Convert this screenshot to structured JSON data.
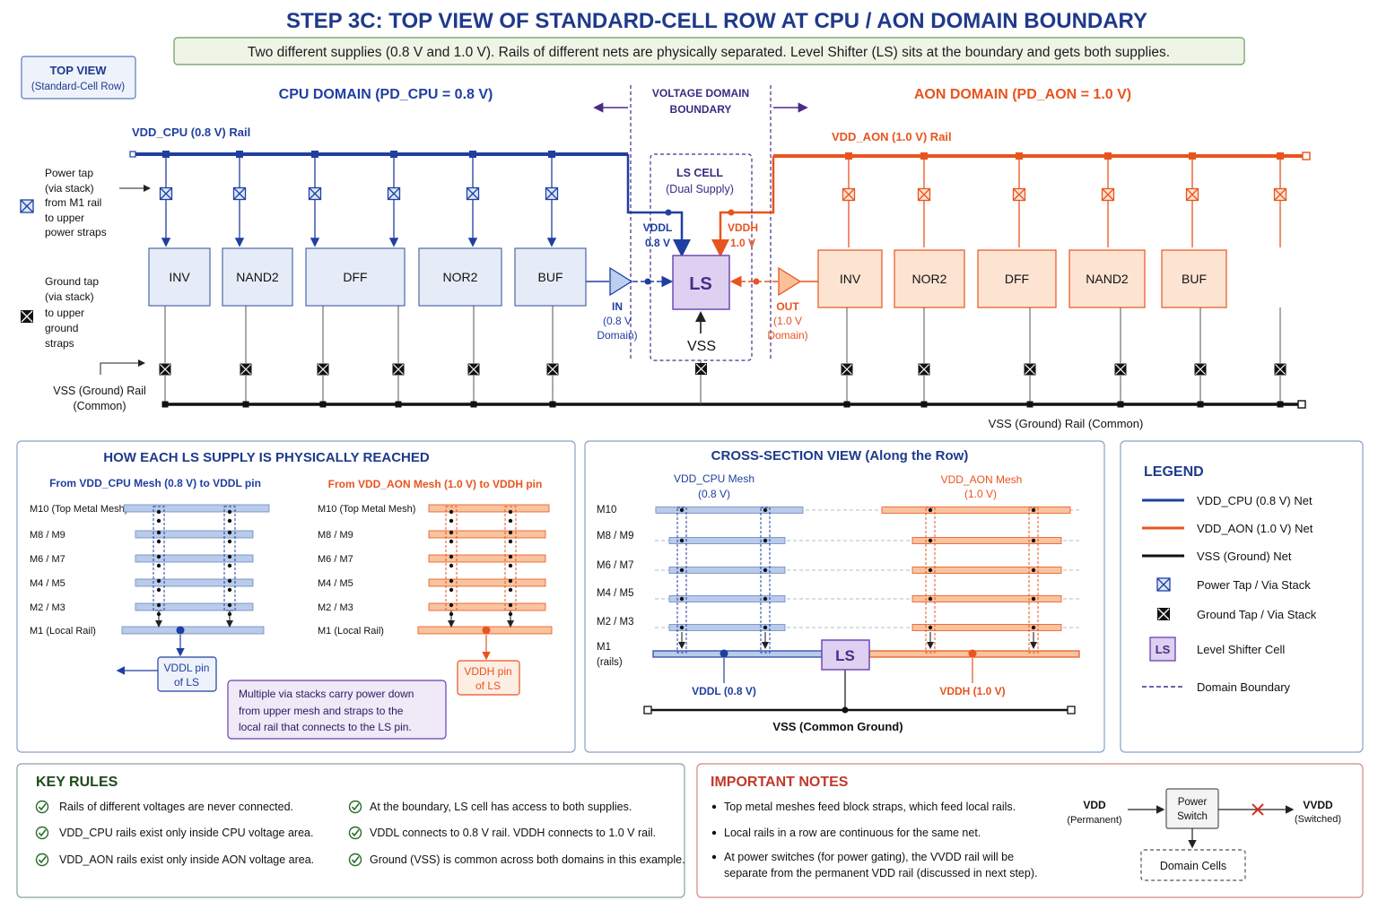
{
  "colors": {
    "cpu": "#1f3fa0",
    "aon": "#e8541e",
    "vss": "#111111",
    "ls": "#6a3fb0",
    "ls_fill": "#ddd0f0",
    "cpu_cell_fill": "#e6ecf7",
    "aon_cell_fill": "#fde3d2",
    "note_green": "#2a6b2a",
    "notes_red": "#c0392b"
  },
  "title": "STEP 3C: TOP VIEW OF STANDARD-CELL ROW AT CPU / AON DOMAIN BOUNDARY",
  "subtitle": "Two different supplies (0.8 V and 1.0 V). Rails of different nets are physically separated. Level Shifter (LS) sits at the boundary and gets both supplies.",
  "top_view": {
    "badge_line1": "TOP VIEW",
    "badge_line2": "(Standard-Cell Row)",
    "cpu_domain_label": "CPU DOMAIN (PD_CPU = 0.8 V)",
    "aon_domain_label": "AON DOMAIN (PD_AON = 1.0 V)",
    "boundary_line1": "VOLTAGE DOMAIN",
    "boundary_line2": "BOUNDARY",
    "vdd_cpu_rail": "VDD_CPU (0.8 V) Rail",
    "vdd_aon_rail": "VDD_AON (1.0 V) Rail",
    "power_tap_note": [
      "Power tap",
      "(via stack)",
      "from M1 rail",
      "to upper",
      "power straps"
    ],
    "ground_tap_note": [
      "Ground tap",
      "(via stack)",
      "to upper",
      "ground",
      "straps"
    ],
    "vss_left_line1": "VSS (Ground) Rail",
    "vss_left_line2": "(Common)",
    "vss_right": "VSS (Ground) Rail (Common)",
    "cpu_cells": [
      "INV",
      "NAND2",
      "DFF",
      "NOR2",
      "BUF"
    ],
    "aon_cells": [
      "INV",
      "NOR2",
      "DFF",
      "NAND2",
      "BUF"
    ],
    "ls_cell_line1": "LS CELL",
    "ls_cell_line2": "(Dual Supply)",
    "ls": "LS",
    "vddl_line1": "VDDL",
    "vddl_line2": "0.8 V",
    "vddh_line1": "VDDH",
    "vddh_line2": "1.0 V",
    "vss": "VSS",
    "in_label": [
      "IN",
      "(0.8 V",
      "Domain)"
    ],
    "out_label": [
      "OUT",
      "(1.0 V",
      "Domain)"
    ]
  },
  "supply_panel": {
    "title": "HOW EACH LS SUPPLY IS PHYSICALLY REACHED",
    "left_title": "From VDD_CPU Mesh (0.8 V) to VDDL pin",
    "right_title": "From VDD_AON Mesh (1.0 V) to VDDH pin",
    "layers_left": [
      "M10 (Top Metal Mesh)",
      "M8 / M9",
      "M6 / M7",
      "M4 / M5",
      "M2 / M3",
      "M1 (Local Rail)"
    ],
    "layers_right": [
      "M10 (Top Metal Mesh)",
      "M8 / M9",
      "M6 / M7",
      "M4 / M5",
      "M2 / M3",
      "M1 (Local Rail)"
    ],
    "vddl_pin_line1": "VDDL pin",
    "vddl_pin_line2": "of LS",
    "vddh_pin_line1": "VDDH pin",
    "vddh_pin_line2": "of LS",
    "note": [
      "Multiple via stacks carry power down",
      "from upper mesh and straps to the",
      "local rail that connects to the LS pin."
    ]
  },
  "cross_section": {
    "title": "CROSS-SECTION VIEW (Along the Row)",
    "cpu_mesh_line1": "VDD_CPU Mesh",
    "cpu_mesh_line2": "(0.8 V)",
    "aon_mesh_line1": "VDD_AON Mesh",
    "aon_mesh_line2": "(1.0 V)",
    "layers": [
      "M10",
      "M8 / M9",
      "M6 / M7",
      "M4 / M5",
      "M2 / M3",
      "M1",
      "(rails)"
    ],
    "ls": "LS",
    "vddl": "VDDL (0.8 V)",
    "vddh": "VDDH (1.0 V)",
    "vss": "VSS (Common Ground)"
  },
  "legend": {
    "title": "LEGEND",
    "items": [
      "VDD_CPU (0.8 V) Net",
      "VDD_AON (1.0 V) Net",
      "VSS (Ground) Net",
      "Power Tap / Via Stack",
      "Ground Tap / Via Stack",
      "Level Shifter Cell",
      "Domain Boundary"
    ],
    "ls_symbol": "LS"
  },
  "key_rules": {
    "title": "KEY RULES",
    "left": [
      "Rails of different voltages are never connected.",
      "VDD_CPU rails exist only inside CPU voltage area.",
      "VDD_AON rails exist only inside AON voltage area."
    ],
    "right": [
      "At the boundary, LS cell has access to both supplies.",
      "VDDL connects to 0.8 V rail. VDDH connects to 1.0 V rail.",
      "Ground (VSS) is common across both domains in this example."
    ]
  },
  "important_notes": {
    "title": "IMPORTANT NOTES",
    "bullets": [
      [
        "Top metal meshes feed block straps, which feed local rails."
      ],
      [
        "Local rails in a row are continuous for the same net."
      ],
      [
        "At power switches (for power gating), the VVDD rail will be",
        "separate from the permanent VDD rail (discussed in next step)."
      ]
    ],
    "vdd_line1": "VDD",
    "vdd_line2": "(Permanent)",
    "switch_line1": "Power",
    "switch_line2": "Switch",
    "vvdd_line1": "VVDD",
    "vvdd_line2": "(Switched)",
    "domain_cells": "Domain Cells"
  }
}
